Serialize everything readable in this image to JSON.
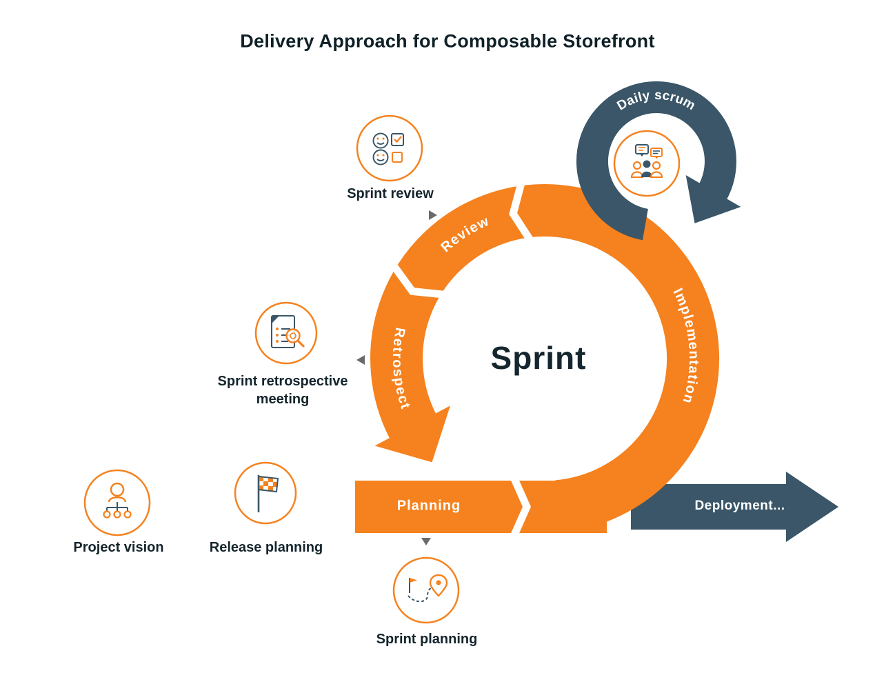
{
  "title": "Delivery Approach for Composable Storefront",
  "cycle": {
    "center_label": "Sprint",
    "segments": {
      "planning": "Planning",
      "implementation": "Implementation",
      "review": "Review",
      "retrospect": "Retrospect"
    }
  },
  "daily_scrum": {
    "label": "Daily scrum",
    "icon": "team-chat-icon"
  },
  "deployment": {
    "label": "Deployment..."
  },
  "milestones": [
    {
      "label": "Sprint review",
      "icon": "smiley-checklist-icon"
    },
    {
      "label": "Sprint retrospective meeting",
      "icon": "document-magnifier-icon"
    },
    {
      "label": "Project vision",
      "icon": "person-hierarchy-icon"
    },
    {
      "label": "Release planning",
      "icon": "checkered-flag-icon"
    },
    {
      "label": "Sprint planning",
      "icon": "route-destination-pin-icon"
    }
  ],
  "colors": {
    "orange": "#F5821F",
    "navy": "#3A5668",
    "text_dark": "#14242C",
    "pointer_gray": "#6A6A6A"
  }
}
